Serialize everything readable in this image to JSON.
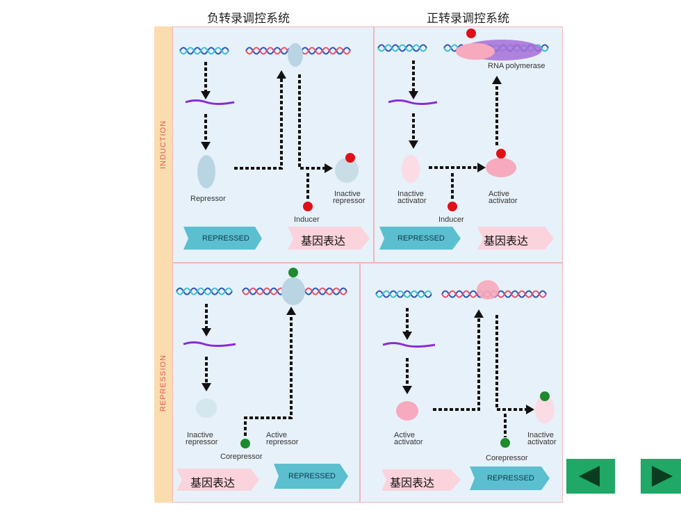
{
  "titles": {
    "negative": "负转录调控系统",
    "positive": "正转录调控系统"
  },
  "side_labels": {
    "induction": "INDUCTION",
    "repression": "REPRESSION"
  },
  "labels": {
    "repressor": "Repressor",
    "inactive": "Inactive",
    "repressor_lc": "repressor",
    "inducer": "Inducer",
    "activator": "activator",
    "active": "Active",
    "rna_polymerase": "RNA polymerase",
    "corepressor": "Corepressor",
    "repressed": "REPRESSED",
    "expression": "基因表达"
  },
  "nav": {
    "prev": "previous-slide",
    "next": "next-slide"
  },
  "colors": {
    "panel": "#e7f1f9",
    "side": "#fbdcae",
    "nav": "#1fa866",
    "mrna": "#8a2bd6",
    "inducer": "#e01018",
    "corepressor": "#1e8a2e"
  }
}
